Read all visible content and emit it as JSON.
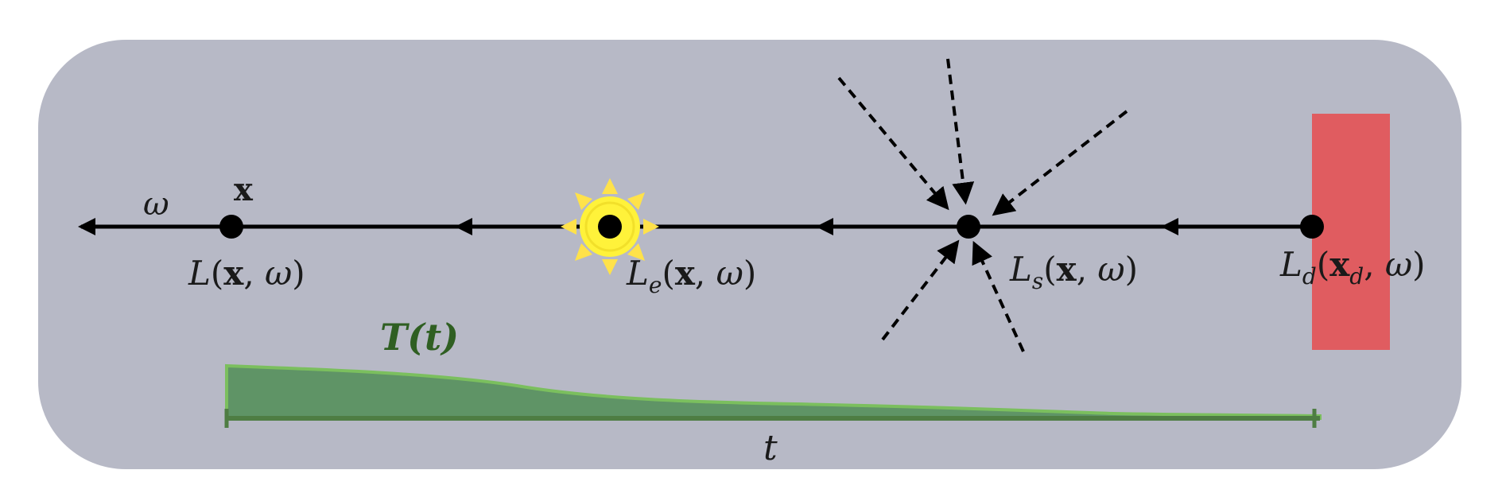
{
  "colors": {
    "panel": "#b7b9c6",
    "line": "#000000",
    "sun": "#fff23a",
    "sun_rays": "#ffe24a",
    "surface": "#e05c60",
    "transmittance_fill": "#5f9466",
    "transmittance_edge": "#7bbf5e",
    "transmittance_axis": "#4e7d43",
    "transmittance_label": "#2f5f22"
  },
  "labels": {
    "direction": "ω",
    "point": "x",
    "radiance": {
      "name": "L",
      "sub": "",
      "args": [
        "x",
        "ω"
      ]
    },
    "emitted": {
      "name": "L",
      "sub": "e",
      "args": [
        "x",
        "ω"
      ]
    },
    "scattered": {
      "name": "L",
      "sub": "s",
      "args": [
        "x",
        "ω"
      ]
    },
    "surface": {
      "name": "L",
      "sub": "d",
      "args": [
        "x_d",
        "ω"
      ]
    },
    "transmittance": "T(t)",
    "distance_axis": "t"
  },
  "icons": {
    "emitter": "sun-icon",
    "scatter": "in-scattering-arrows-icon",
    "surface": "surface-block-icon"
  }
}
